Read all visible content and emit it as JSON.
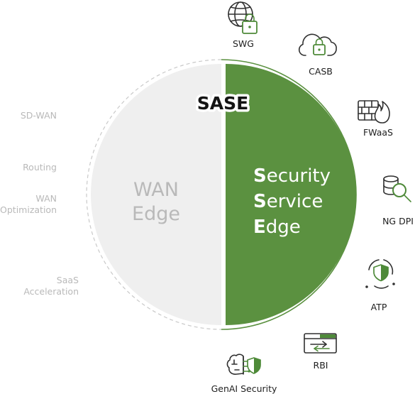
{
  "title": "SASE",
  "wan_edge": {
    "line1": "WAN",
    "line2": "Edge"
  },
  "sse": {
    "line1_initial": "S",
    "line1_rest": "ecurity",
    "line2_initial": "S",
    "line2_rest": "ervice",
    "line3_initial": "E",
    "line3_rest": "dge"
  },
  "wan_features": [
    {
      "lines": [
        "SD-WAN"
      ]
    },
    {
      "lines": [
        "Routing"
      ]
    },
    {
      "lines": [
        "WAN",
        "Optimization"
      ]
    },
    {
      "lines": [
        "SaaS",
        "Acceleration"
      ]
    }
  ],
  "sse_services": [
    {
      "label": "SWG",
      "icon": "globe-lock-icon"
    },
    {
      "label": "CASB",
      "icon": "cloud-lock-icon"
    },
    {
      "label": "FWaaS",
      "icon": "firewall-flame-icon"
    },
    {
      "label": "NG DPI",
      "icon": "database-search-icon"
    },
    {
      "label": "ATP",
      "icon": "shield-radar-icon"
    },
    {
      "label": "RBI",
      "icon": "browser-arrows-icon"
    },
    {
      "label": "GenAI Security",
      "icon": "brain-shield-icon"
    }
  ],
  "colors": {
    "sse_green": "#5b9140",
    "icon_green": "#4e8a39",
    "wan_gray": "#efefef",
    "muted_text": "#b9b9b9"
  }
}
